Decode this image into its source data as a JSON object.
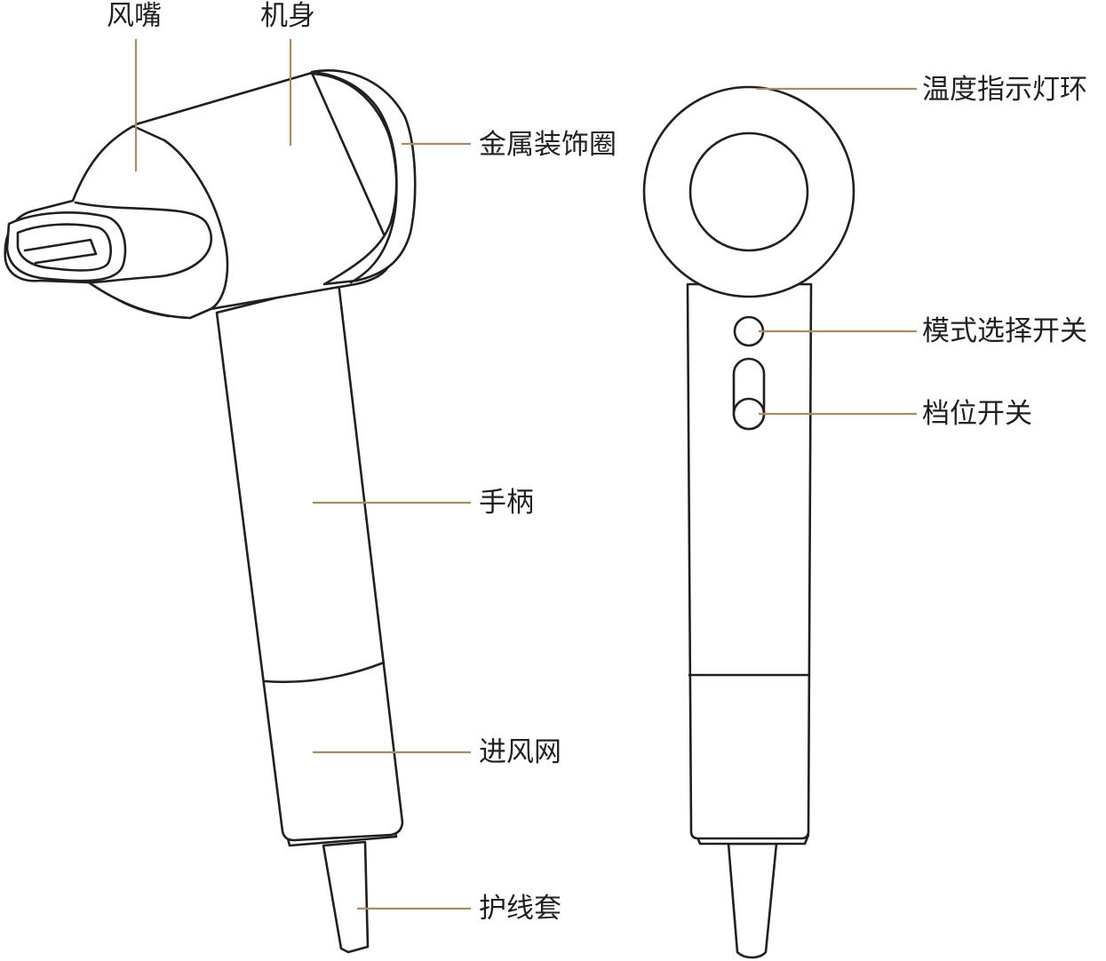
{
  "colors": {
    "outline": "#231f20",
    "leader": "#a98b6a",
    "background": "#ffffff",
    "text": "#231f20"
  },
  "side_view": {
    "labels": {
      "nozzle": "风嘴",
      "body": "机身",
      "metal_trim_ring": "金属装饰圈",
      "handle": "手柄",
      "air_intake_mesh": "进风网",
      "cable_sleeve": "护线套"
    }
  },
  "front_view": {
    "labels": {
      "temperature_indicator_ring": "温度指示灯环",
      "mode_select_switch": "模式选择开关",
      "speed_switch": "档位开关"
    }
  }
}
